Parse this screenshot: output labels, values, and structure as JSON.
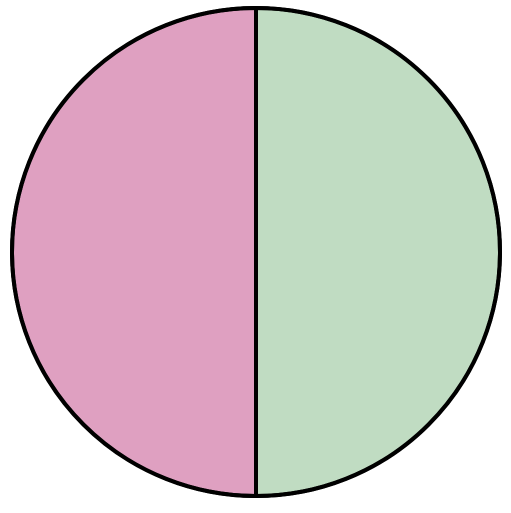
{
  "chart_data": {
    "type": "pie",
    "values": [
      50,
      50
    ],
    "colors": [
      "#c0dcc2",
      "#dfa0c1"
    ],
    "edge_color": "#000000",
    "start": "top",
    "direction": "clockwise"
  }
}
